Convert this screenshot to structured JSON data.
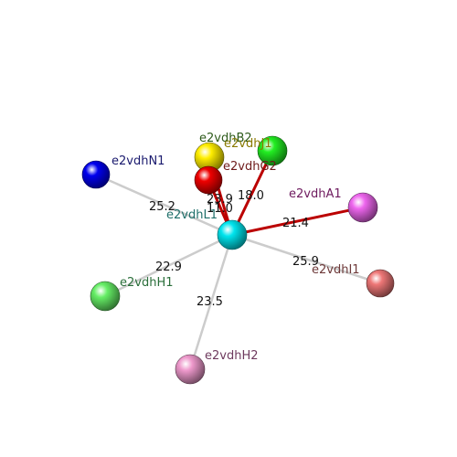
{
  "center": {
    "id": "e2vdhL1",
    "color": "#00e5ee",
    "label_color": "#1f6f6a"
  },
  "nodes": [
    {
      "id": "e2vdhN1",
      "color": "#0000ee",
      "label_color": "#1a1a6e",
      "distance": "25.2",
      "bond_color": "#cccccc"
    },
    {
      "id": "e2vdhB2",
      "color": "#ffee00",
      "label_color": "#2d5a1a",
      "distance": "23.9",
      "bond_color": "#bb0000"
    },
    {
      "id": "e2vdhJ1",
      "color": "#22ee22",
      "label_color": "#8a7a00",
      "distance": "18.0",
      "bond_color": "#bb0000"
    },
    {
      "id": "e2vdhG2",
      "color": "#ee0000",
      "label_color": "#6e1a1a",
      "distance": "11.0",
      "bond_color": "#bb0000"
    },
    {
      "id": "e2vdhA1",
      "color": "#ee66ee",
      "label_color": "#6e1a5e",
      "distance": "21.4",
      "bond_color": "#bb0000"
    },
    {
      "id": "e2vdhI1",
      "color": "#ee7777",
      "label_color": "#6e3a3a",
      "distance": "25.9",
      "bond_color": "#cccccc"
    },
    {
      "id": "e2vdhH1",
      "color": "#66ee66",
      "label_color": "#2a6e3a",
      "distance": "22.9",
      "bond_color": "#cccccc"
    },
    {
      "id": "e2vdhH2",
      "color": "#ee99cc",
      "label_color": "#6e3a5e",
      "distance": "23.5",
      "bond_color": "#cccccc"
    }
  ]
}
